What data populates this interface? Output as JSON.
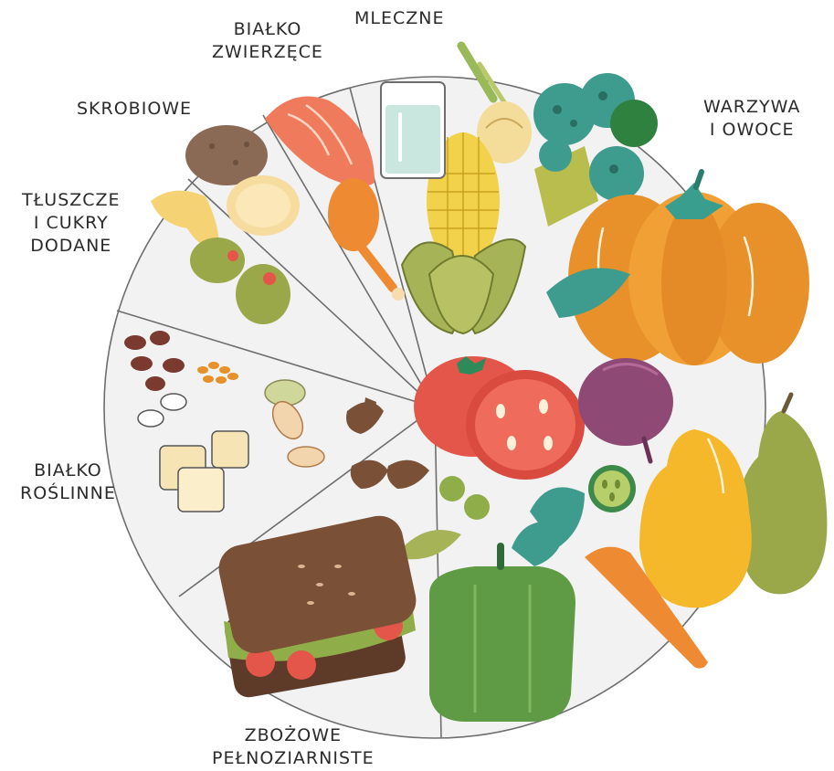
{
  "labels": {
    "mleczne": [
      "MLECZNE"
    ],
    "bialko_zwierzece": [
      "BIAŁKO",
      "ZWIERZĘCE"
    ],
    "skrobiowe": [
      "SKROBIOWE"
    ],
    "tluszcze": [
      "TŁUSZCZE",
      "I CUKRY",
      "DODANE"
    ],
    "warzywa": [
      "WARZYWA",
      "I OWOCE"
    ],
    "bialko_roslinne": [
      "BIAŁKO",
      "ROŚLINNE"
    ],
    "zbozowe": [
      "ZBOŻOWE",
      "PEŁNOZIARNISTE"
    ]
  },
  "colors": {
    "plate": "#f2f2f2",
    "outline": "#6e6e6e",
    "pumpkin": "#e8912b",
    "tomato": "#e4564a",
    "pepper": "#5f9a45",
    "pear_yellow": "#f5b82a",
    "pear_green": "#9aa84a",
    "broccoli": "#3e9c8f",
    "corn": "#f2d24a",
    "corn_leaf": "#a7b357",
    "salmon": "#f07a5c",
    "beet": "#8e4a74",
    "carrot": "#ee8a32",
    "bread": "#7a5037",
    "potato": "#8a6a55",
    "olive": "#9aa84a"
  }
}
